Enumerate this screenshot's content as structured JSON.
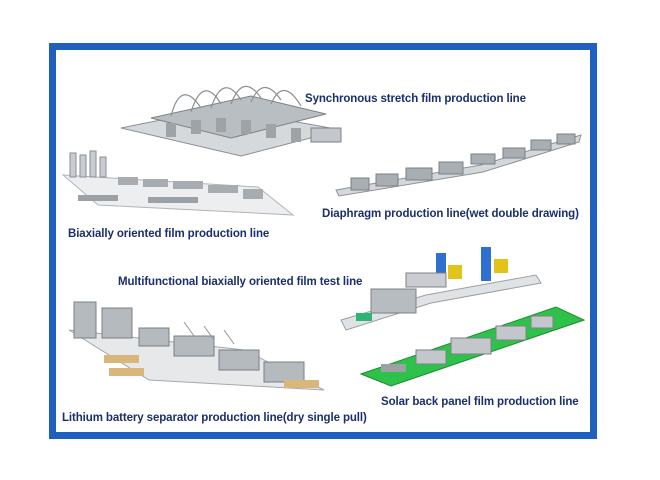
{
  "frame_color": "#1f5fbf",
  "caption_color": "#1a2f6b",
  "captions": {
    "synchronous": "Synchronous stretch film production line",
    "diaphragm": "Diaphragm production line(wet double drawing)",
    "biaxially": "Biaxially oriented film production line",
    "multifunctional": "Multifunctional biaxially oriented film test line",
    "lithium": "Lithium battery separator production line(dry single pull)",
    "solar": "Solar back panel film production line"
  }
}
